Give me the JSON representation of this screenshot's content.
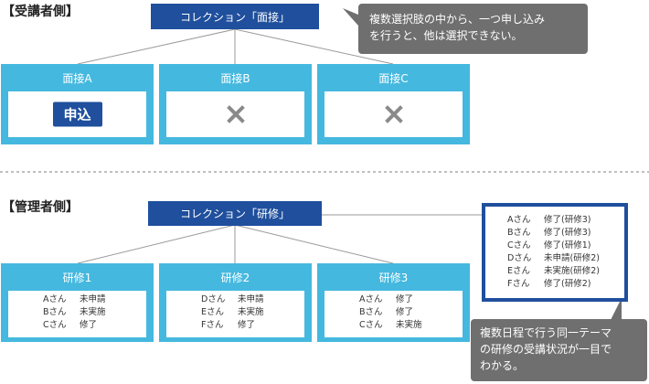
{
  "top": {
    "section_title": "【受講者側】",
    "root_label": "コレクション「面接」",
    "callout": [
      "複数選択肢の中から、一つ申し込み",
      "を行うと、他は選択できない。"
    ],
    "cards": [
      {
        "title": "面接A",
        "content": "button",
        "button_label": "申込"
      },
      {
        "title": "面接B",
        "content": "cross"
      },
      {
        "title": "面接C",
        "content": "cross"
      }
    ]
  },
  "bottom": {
    "section_title": "【管理者側】",
    "root_label": "コレクション「研修」",
    "cards": [
      {
        "title": "研修1",
        "rows": [
          {
            "name": "Aさん",
            "status": "未申請"
          },
          {
            "name": "Bさん",
            "status": "未実施"
          },
          {
            "name": "Cさん",
            "status": "修了"
          }
        ]
      },
      {
        "title": "研修2",
        "rows": [
          {
            "name": "Dさん",
            "status": "未申請"
          },
          {
            "name": "Eさん",
            "status": "未実施"
          },
          {
            "name": "Fさん",
            "status": "修了"
          }
        ]
      },
      {
        "title": "研修3",
        "rows": [
          {
            "name": "Aさん",
            "status": "修了"
          },
          {
            "name": "Bさん",
            "status": "修了"
          },
          {
            "name": "Cさん",
            "status": "未実施"
          }
        ]
      }
    ],
    "summary": [
      {
        "name": "Aさん",
        "status": "修了(研修3)"
      },
      {
        "name": "Bさん",
        "status": "修了(研修3)"
      },
      {
        "name": "Cさん",
        "status": "修了(研修1)"
      },
      {
        "name": "Dさん",
        "status": "未申請(研修2)"
      },
      {
        "name": "Eさん",
        "status": "未実施(研修2)"
      },
      {
        "name": "Fさん",
        "status": "修了(研修2)"
      }
    ],
    "callout": [
      "複数日程で行う同一テーマ",
      "の研修の受講状況が一目で",
      "わかる。"
    ]
  },
  "colors": {
    "dark_blue": "#1f4f9d",
    "light_blue": "#45b8df",
    "callout_gray": "#6f6f6f",
    "cross_gray": "#8a8a8a",
    "divider": "#aaaaaa"
  },
  "icons": {
    "unavailable": "cross-icon"
  }
}
